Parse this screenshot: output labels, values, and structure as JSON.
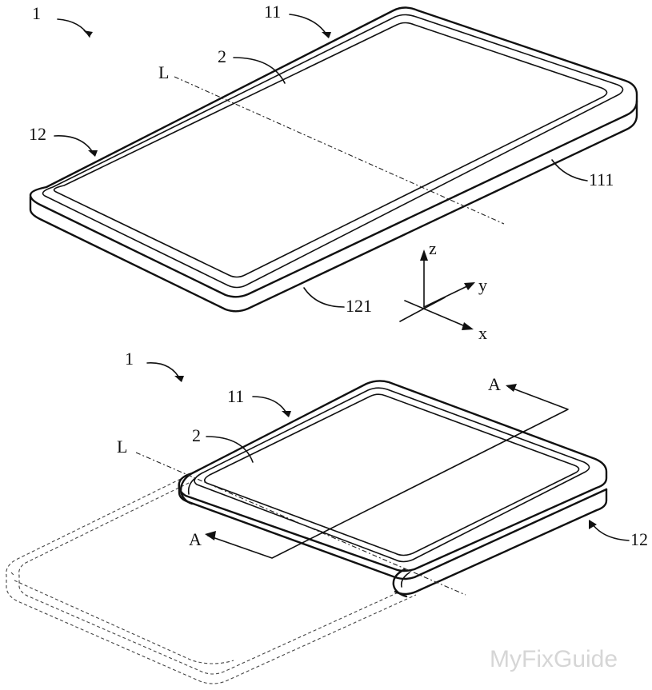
{
  "figure_top": {
    "labels": {
      "device": "1",
      "housing_first": "11",
      "screen": "2",
      "fold_line": "L",
      "housing_second": "12",
      "edge_first": "111",
      "edge_second": "121"
    },
    "axes": {
      "z": "z",
      "y": "y",
      "x": "x"
    }
  },
  "figure_bottom": {
    "labels": {
      "device": "1",
      "housing_first": "11",
      "screen": "2",
      "fold_line": "L",
      "section_top": "A",
      "section_bottom": "A",
      "housing_second": "12"
    }
  },
  "watermark": "MyFixGuide"
}
